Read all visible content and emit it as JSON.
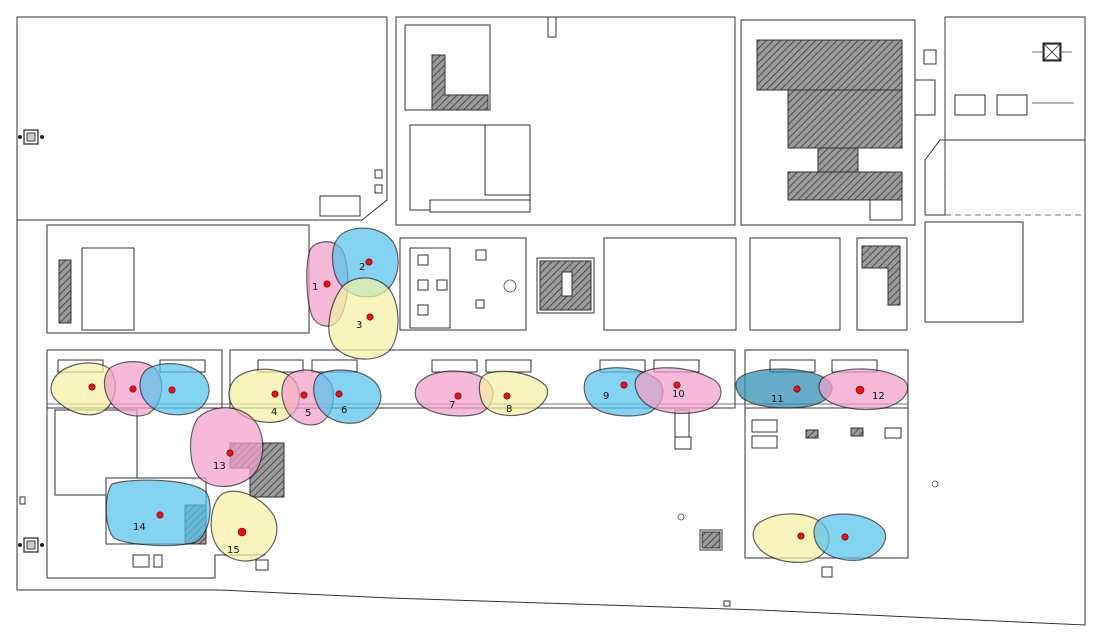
{
  "map": {
    "colors": {
      "pink": "#f39fca",
      "blue": "#55c3ee",
      "yellow": "#f4f2a3",
      "dark_blue": "#2c8db3",
      "ap_dot": "#e8121a",
      "wall": "#333333",
      "hatch": "#555555"
    },
    "zones": [
      {
        "id": "1",
        "label": "1",
        "color": "pink"
      },
      {
        "id": "2",
        "label": "2",
        "color": "blue"
      },
      {
        "id": "3",
        "label": "3",
        "color": "yellow"
      },
      {
        "id": "4",
        "label": "4",
        "color": "yellow"
      },
      {
        "id": "5",
        "label": "5",
        "color": "pink"
      },
      {
        "id": "6",
        "label": "6",
        "color": "blue"
      },
      {
        "id": "7",
        "label": "7",
        "color": "pink"
      },
      {
        "id": "8",
        "label": "8",
        "color": "yellow"
      },
      {
        "id": "9",
        "label": "9",
        "color": "blue"
      },
      {
        "id": "10",
        "label": "10",
        "color": "pink"
      },
      {
        "id": "11",
        "label": "11",
        "color": "dark_blue"
      },
      {
        "id": "12",
        "label": "12",
        "color": "pink"
      },
      {
        "id": "13",
        "label": "13",
        "color": "pink"
      },
      {
        "id": "14",
        "label": "14",
        "color": "blue"
      },
      {
        "id": "15",
        "label": "15",
        "color": "yellow"
      },
      {
        "id": "u1",
        "label": "",
        "color": "yellow"
      },
      {
        "id": "u2",
        "label": "",
        "color": "pink"
      },
      {
        "id": "u3",
        "label": "",
        "color": "blue"
      },
      {
        "id": "u4",
        "label": "",
        "color": "yellow"
      },
      {
        "id": "u5",
        "label": "",
        "color": "blue"
      }
    ]
  }
}
